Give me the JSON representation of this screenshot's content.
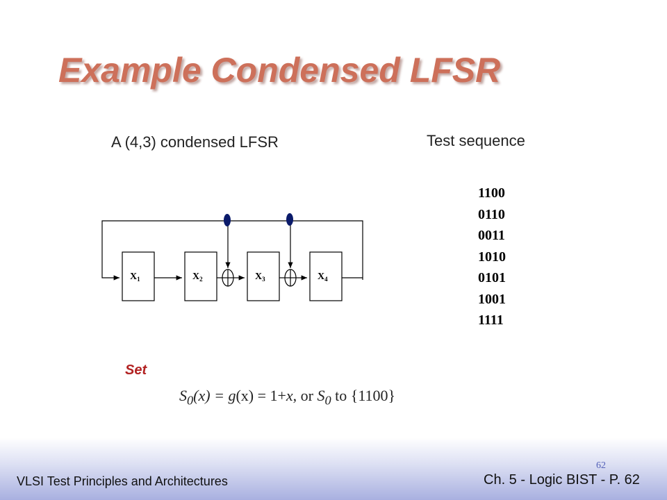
{
  "title": "Example Condensed LFSR",
  "diagram_caption": "A (4,3) condensed LFSR",
  "sequence_caption": "Test sequence",
  "registers": [
    {
      "label": "X",
      "sub": "1"
    },
    {
      "label": "X",
      "sub": "2"
    },
    {
      "label": "X",
      "sub": "3"
    },
    {
      "label": "X",
      "sub": "4"
    }
  ],
  "test_sequence": [
    "1100",
    "0110",
    "0011",
    "1010",
    "0101",
    "1001",
    "1111"
  ],
  "set_label": "Set",
  "formula": {
    "lhs": "S",
    "lhs_sub": "0",
    "lhs_arg": "(x) = ",
    "g": "g",
    "g_arg": "(x) = 1+",
    "x": "x",
    "mid": ", or ",
    "s2": "S",
    "s2_sub": "0",
    "tail": " to {1100}"
  },
  "footer": {
    "left": "VLSI Test Principles and Architectures",
    "right": "Ch. 5 - Logic BIST - P. 62",
    "page_small": "62"
  },
  "colors": {
    "title": "#cd705a",
    "set_label": "#b22222",
    "tap_node": "#0a1a6a"
  }
}
